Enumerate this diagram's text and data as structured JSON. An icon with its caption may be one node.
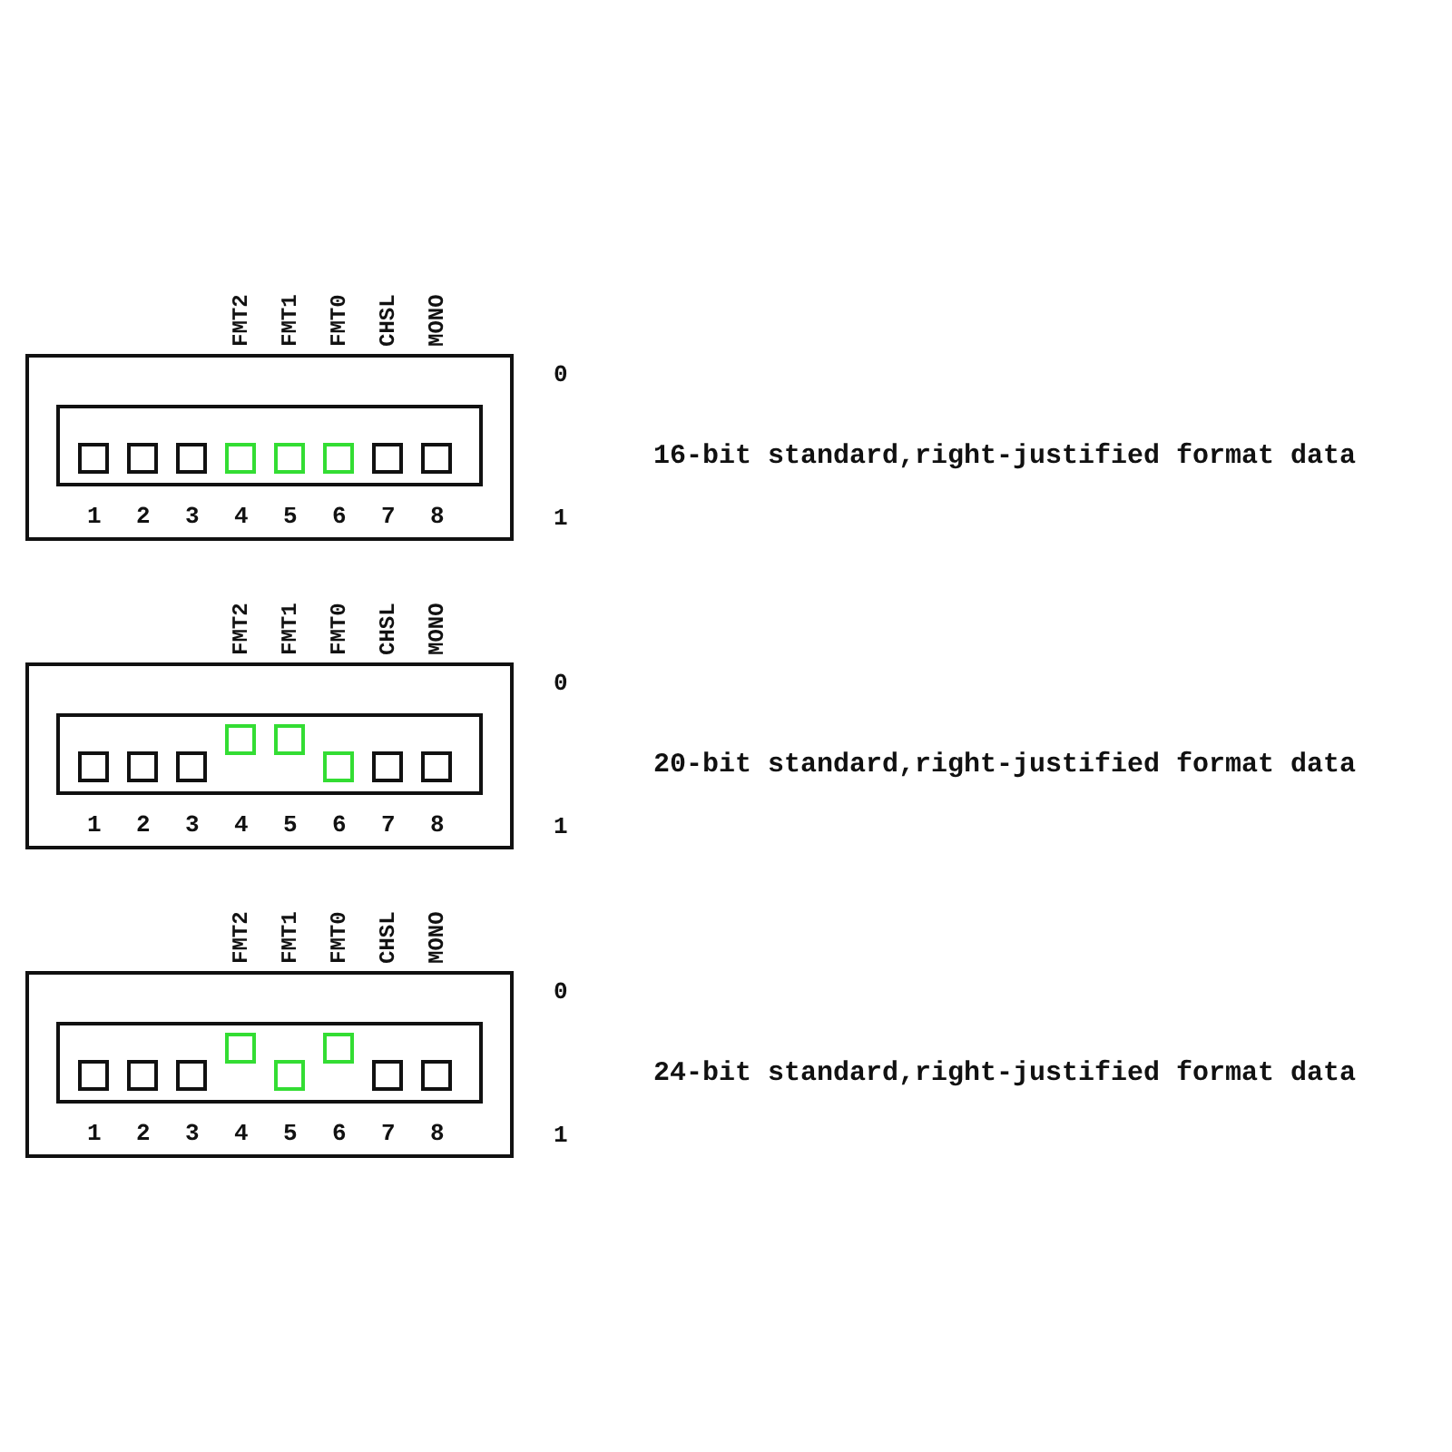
{
  "diagram": {
    "nodes": [
      {
        "text": [
          "FMT2",
          "FMT1",
          "FMT0",
          "CHSL",
          "MONO",
          "1",
          "2",
          "3",
          "4",
          "5",
          "6",
          "7",
          "8"
        ],
        "beside": [
          "0",
          "1",
          "16-bit standard,right-justified format data"
        ]
      },
      {
        "text": [
          "FMT2",
          "FMT1",
          "FMT0",
          "CHSL",
          "MONO",
          "1",
          "2",
          "3",
          "4",
          "5",
          "6",
          "7",
          "8"
        ],
        "beside": [
          "0",
          "1",
          "20-bit standard,right-justified format data"
        ]
      },
      {
        "text": [
          "FMT2",
          "FMT1",
          "FMT0",
          "CHSL",
          "MONO",
          "1",
          "2",
          "3",
          "4",
          "5",
          "6",
          "7",
          "8"
        ],
        "beside": [
          "0",
          "1",
          "24-bit standard,right-justified format data"
        ]
      }
    ]
  }
}
